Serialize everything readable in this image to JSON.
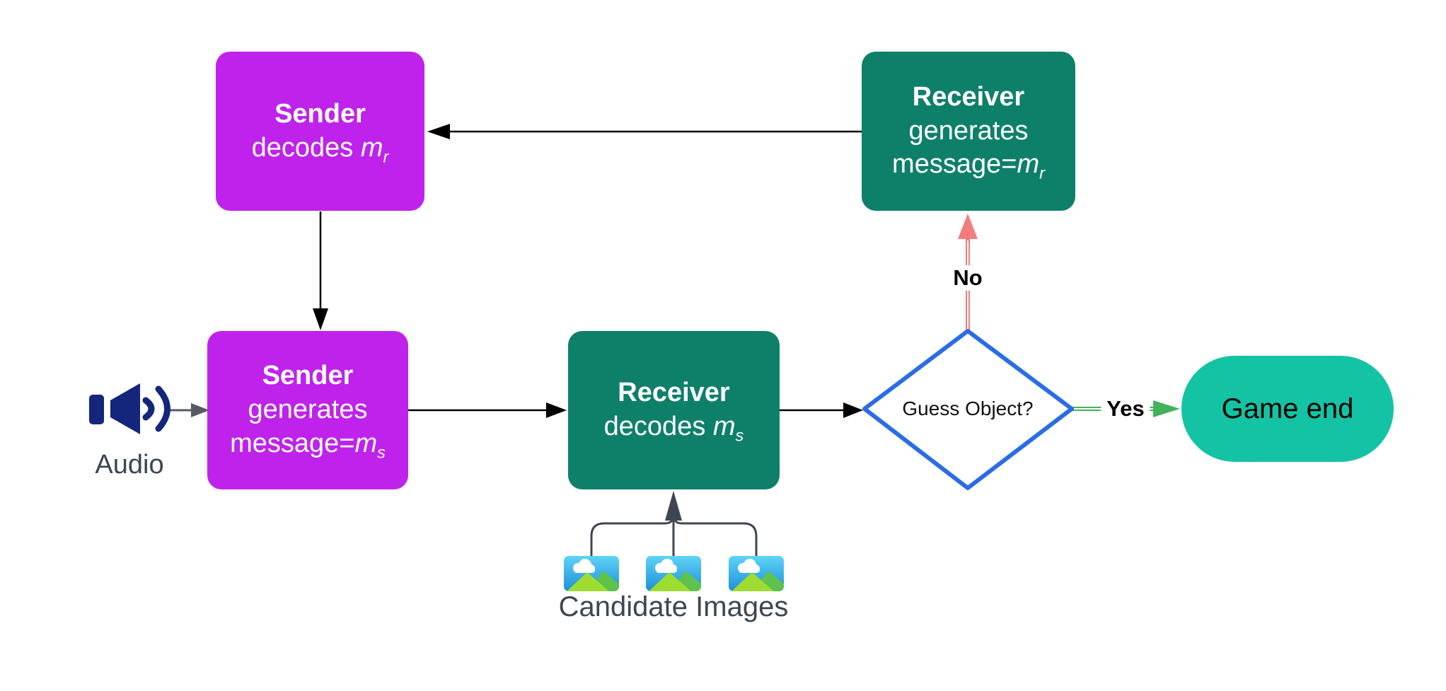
{
  "diagram": {
    "nodes": {
      "sender_decodes": {
        "title": "Sender",
        "body_text": "decodes ",
        "body_var": "m",
        "body_sub": "r"
      },
      "receiver_generates": {
        "title": "Receiver",
        "body_line1": "generates",
        "body_line2_text": "message=",
        "body_line2_var": "m",
        "body_line2_sub": "r"
      },
      "sender_generates": {
        "title": "Sender",
        "body_line1": "generates",
        "body_line2_text": "message=",
        "body_line2_var": "m",
        "body_line2_sub": "s"
      },
      "receiver_decodes": {
        "title": "Receiver",
        "body_text": "decodes ",
        "body_var": "m",
        "body_sub": "s"
      },
      "decision": {
        "label": "Guess Object?"
      },
      "game_end": {
        "label": "Game end"
      }
    },
    "edge_labels": {
      "no": "No",
      "yes": "Yes"
    },
    "annotations": {
      "audio": "Audio",
      "candidate_images": "Candidate Images"
    },
    "icons": {
      "speaker": "speaker-icon",
      "candidate_image": "candidate-image-icon"
    },
    "colors": {
      "sender_box": "#bf23eb",
      "receiver_box": "#0e8069",
      "game_end_pill": "#14c3a3",
      "decision_border": "#2b6ce7",
      "no_arrow": "#f47c7c",
      "yes_arrow": "#43b25c",
      "black_arrow": "#000000",
      "slate_connector": "#3e4651",
      "speaker_navy": "#13267b",
      "audio_arrow_gray": "#555a63"
    }
  }
}
